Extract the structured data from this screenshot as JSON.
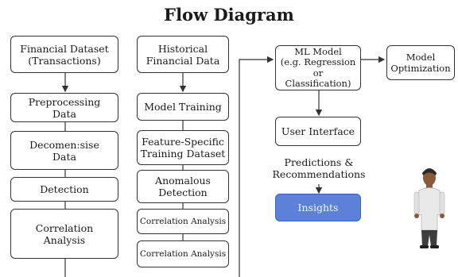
{
  "title": "Flow Diagram",
  "nodes": {
    "financial_dataset": "Financial Dataset\n(Transactions)",
    "preprocessing": "Preprocessing\nData",
    "decomensise": "Decomen:sise\nData",
    "detection": "Detection",
    "correlation_left": "Correlation\nAnalysis",
    "historical": "Historical\nFinancial Data",
    "model_training": "Model Training",
    "feature_specific": "Feature-Specific\nTraining Dataset",
    "anomalous": "Anomalous\nDetection",
    "correlation_mid_1": "Correlation Analysis",
    "correlation_mid_2": "Correlation Analysis",
    "ml_model": "ML Model\n(e.g. Regression or\nClassification)",
    "model_optimization": "Model\nOptimization",
    "user_interface": "User Interface",
    "predictions": "Predictions &\nRecommendations",
    "insights": "Insights"
  },
  "colors": {
    "insights_fill": "#5b82d6",
    "line": "#333333"
  },
  "figure": {
    "icon": "person-figure-icon"
  }
}
